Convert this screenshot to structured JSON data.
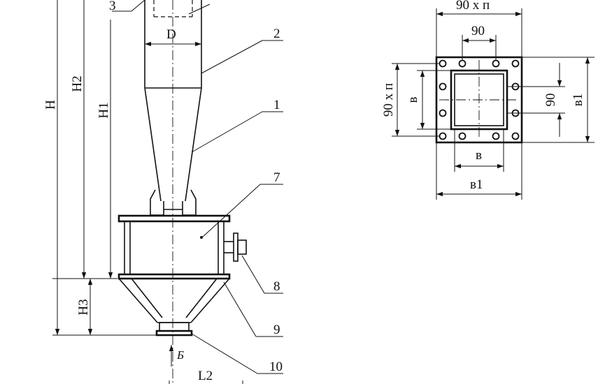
{
  "left_view": {
    "dims": {
      "H": "H",
      "H2": "H2",
      "H1": "H1",
      "H3": "H3",
      "D": "D",
      "L2": "L2"
    },
    "callouts": {
      "c1": "1",
      "c2": "2",
      "c3": "3",
      "c7": "7",
      "c8": "8",
      "c9": "9",
      "c10": "10"
    },
    "flow_label": "Б"
  },
  "right_view": {
    "top_dim": "90 x п",
    "inner_top": "90",
    "left_dim": "90 x п",
    "left_inner": "в",
    "right_inner": "90",
    "right_outer": "в1",
    "bottom_inner": "в",
    "bottom_outer": "в1"
  }
}
